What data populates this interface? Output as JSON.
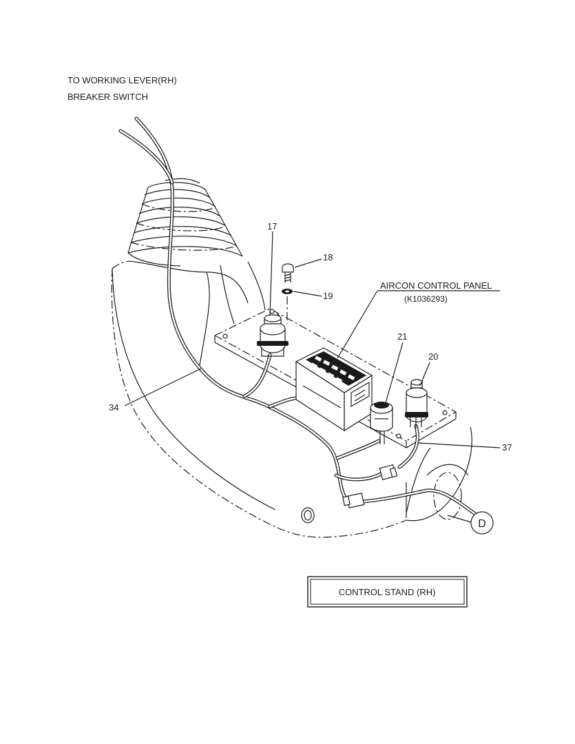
{
  "labels": {
    "top_line_1": "TO WORKING LEVER(RH)",
    "top_line_2": "BREAKER SWITCH",
    "aircon_title": "AIRCON CONTROL PANEL",
    "aircon_part": "(K1036293)",
    "title_box": "CONTROL STAND (RH)",
    "connector_ref": "D"
  },
  "callouts": {
    "c17": "17",
    "c18": "18",
    "c19": "19",
    "c20": "20",
    "c21": "21",
    "c34": "34",
    "c37": "37"
  }
}
